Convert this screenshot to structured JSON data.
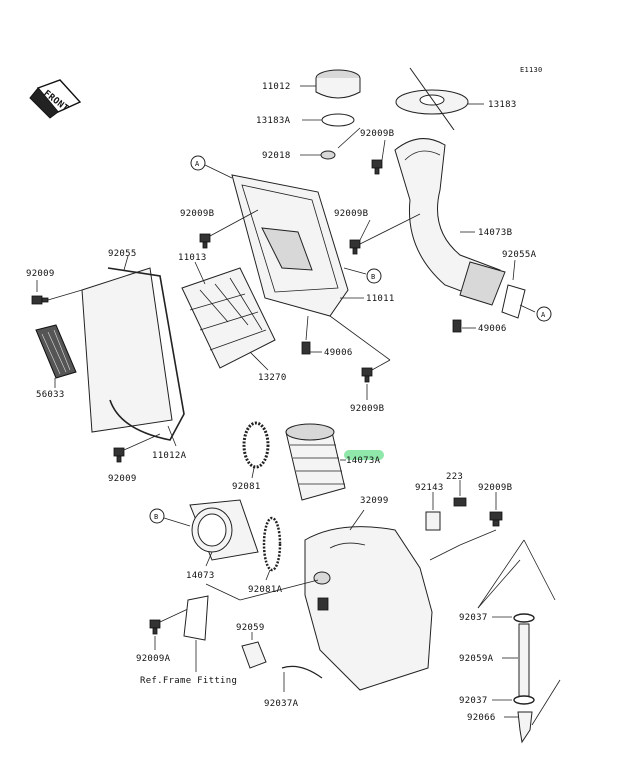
{
  "diagram": {
    "code": "E1130",
    "front_label": "FRONT",
    "ref_text": "Ref.Frame Fitting",
    "circle_refs": [
      "A",
      "B"
    ],
    "highlight_color": "#7be39b",
    "parts": [
      {
        "id": "p11012",
        "label": "11012"
      },
      {
        "id": "p13183a",
        "label": "13183A"
      },
      {
        "id": "p92018",
        "label": "92018"
      },
      {
        "id": "p13183",
        "label": "13183"
      },
      {
        "id": "p92009b_1",
        "label": "92009B"
      },
      {
        "id": "p92009b_2",
        "label": "92009B"
      },
      {
        "id": "p92009b_3",
        "label": "92009B"
      },
      {
        "id": "p92009b_4",
        "label": "92009B"
      },
      {
        "id": "p92009b_5",
        "label": "92009B"
      },
      {
        "id": "p14073b",
        "label": "14073B"
      },
      {
        "id": "p92055a",
        "label": "92055A"
      },
      {
        "id": "p92055",
        "label": "92055"
      },
      {
        "id": "p11013",
        "label": "11013"
      },
      {
        "id": "p92009_1",
        "label": "92009"
      },
      {
        "id": "p92009_2",
        "label": "92009"
      },
      {
        "id": "p11011",
        "label": "11011"
      },
      {
        "id": "p49006_1",
        "label": "49006"
      },
      {
        "id": "p49006_2",
        "label": "49006"
      },
      {
        "id": "p56033",
        "label": "56033"
      },
      {
        "id": "p13270",
        "label": "13270"
      },
      {
        "id": "p11012a",
        "label": "11012A"
      },
      {
        "id": "p92081",
        "label": "92081"
      },
      {
        "id": "p14073a",
        "label": "14073A"
      },
      {
        "id": "p92143",
        "label": "92143"
      },
      {
        "id": "p223",
        "label": "223"
      },
      {
        "id": "p32099",
        "label": "32099"
      },
      {
        "id": "p14073",
        "label": "14073"
      },
      {
        "id": "p92081a",
        "label": "92081A"
      },
      {
        "id": "p92009a",
        "label": "92009A"
      },
      {
        "id": "p92059",
        "label": "92059"
      },
      {
        "id": "p92037a",
        "label": "92037A"
      },
      {
        "id": "p92037_1",
        "label": "92037"
      },
      {
        "id": "p92059a",
        "label": "92059A"
      },
      {
        "id": "p92037_2",
        "label": "92037"
      },
      {
        "id": "p92066",
        "label": "92066"
      }
    ]
  }
}
